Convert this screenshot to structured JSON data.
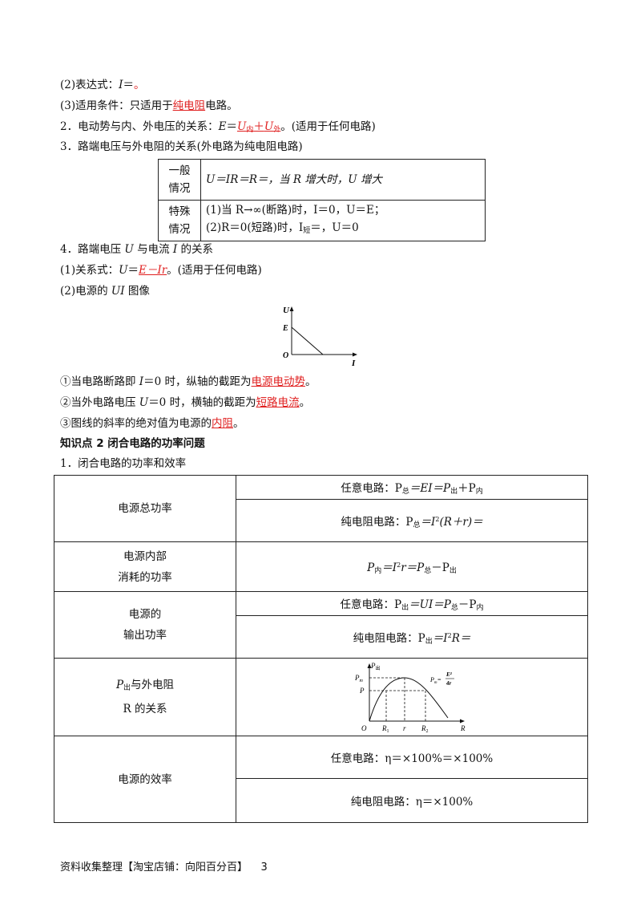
{
  "lines": {
    "l1_prefix": "(2)表达式：",
    "l1_var": "I",
    "l1_eq": "＝",
    "l1_red": "。",
    "l2_prefix": "(3)适用条件：只适用于",
    "l2_red": "纯电阻",
    "l2_suffix": "电路。",
    "l3_prefix": "2．电动势与内、外电压的关系：",
    "l3_E": "E",
    "l3_eq": "＝",
    "l3_U1": "U",
    "l3_sub1": "内",
    "l3_plus": "＋",
    "l3_U2": "U",
    "l3_sub2": "外",
    "l3_suffix": "。(适用于任何电路)",
    "l4": "3．路端电压与外电阻的关系(外电路为纯电阻电路)",
    "l5_a": "4．路端电压 ",
    "l5_U": "U",
    "l5_b": " 与电流 ",
    "l5_I": "I",
    "l5_c": " 的关系",
    "l6_prefix": "(1)关系式：",
    "l6_U": "U",
    "l6_eq": "＝",
    "l6_red": "E－Ir",
    "l6_suffix": "。(适用于任何电路)",
    "l7_prefix": "(2)电源的 ",
    "l7_UI": "UI",
    "l7_suffix": " 图像",
    "l8_a": "①当电路断路即 ",
    "l8_I": "I",
    "l8_b": "＝0 时，纵轴的截距为",
    "l8_red": "电源电动势",
    "l8_c": "。",
    "l9_a": "②当外电路电压 ",
    "l9_U": "U",
    "l9_b": "＝0 时，横轴的截距为",
    "l9_red": "短路电流",
    "l9_c": "。",
    "l10_a": "③图线的斜率的绝对值为电源的",
    "l10_red": "内阻",
    "l10_c": "。",
    "heading": "知识点 2  闭合电路的功率问题",
    "l11": "1．闭合电路的功率和效率"
  },
  "table1": {
    "r1_label_a": "一般",
    "r1_label_b": "情况",
    "r1_value": "U＝IR＝R＝，当 R 增大时，U 增大",
    "r2_label_a": "特殊",
    "r2_label_b": "情况",
    "r2_value_a": "(1)当 R→∞(断路)时，I＝0，U＝E；",
    "r2_value_b_pre": "(2)R＝0(短路)时，I",
    "r2_value_b_sub": "短",
    "r2_value_b_post": "＝，U＝0"
  },
  "ui_graph": {
    "y_axis": "U",
    "x_axis": "I",
    "origin": "O",
    "intercept": "E"
  },
  "table2": {
    "total_label": "电源总功率",
    "total_any_pre": "任意电路：P",
    "total_any_sub": "总",
    "total_any_post": "＝EI＝P",
    "total_any_sub2": "出",
    "total_any_post2": "＋P",
    "total_any_sub3": "内",
    "total_pure_pre": "纯电阻电路：P",
    "total_pure_sub": "总",
    "total_pure_post": "＝I",
    "total_pure_sup": "2",
    "total_pure_post2": "(R＋r)＝",
    "internal_label_a": "电源内部",
    "internal_label_b": "消耗的功率",
    "internal_pre": "P",
    "internal_sub": "内",
    "internal_post": "＝I",
    "internal_sup": "2",
    "internal_post2": "r＝P",
    "internal_sub2": "总",
    "internal_post3": "－P",
    "internal_sub3": "出",
    "output_label_a": "电源的",
    "output_label_b": "输出功率",
    "output_any_pre": "任意电路：P",
    "output_any_sub": "出",
    "output_any_post": "＝UI＝P",
    "output_any_sub2": "总",
    "output_any_post2": "－P",
    "output_any_sub3": "内",
    "output_pure_pre": "纯电阻电路：P",
    "output_pure_sub": "出",
    "output_pure_post": "＝I",
    "output_pure_sup": "2",
    "output_pure_post2": "R＝",
    "relation_label_pre": "P",
    "relation_label_sub": "出",
    "relation_label_post": "与外电阻",
    "relation_label_b": "R 的关系",
    "eff_label": "电源的效率",
    "eff_any": "任意电路：η＝×100%＝×100%",
    "eff_pure": "纯电阻电路：η＝×100%"
  },
  "power_graph": {
    "y_axis": "P",
    "y_axis_sub": "出",
    "x_axis": "R",
    "origin": "O",
    "pm": "P",
    "pm_sub": "m",
    "p": "P",
    "r1": "R",
    "r1_sub": "1",
    "r": "r",
    "r2": "R",
    "r2_sub": "2",
    "formula_pre": "P",
    "formula_sub": "m",
    "formula_eq": "=",
    "formula_num": "E²",
    "formula_den": "4r"
  },
  "footer": {
    "text": "资料收集整理【淘宝店铺：向阳百分百】",
    "page": "3"
  }
}
